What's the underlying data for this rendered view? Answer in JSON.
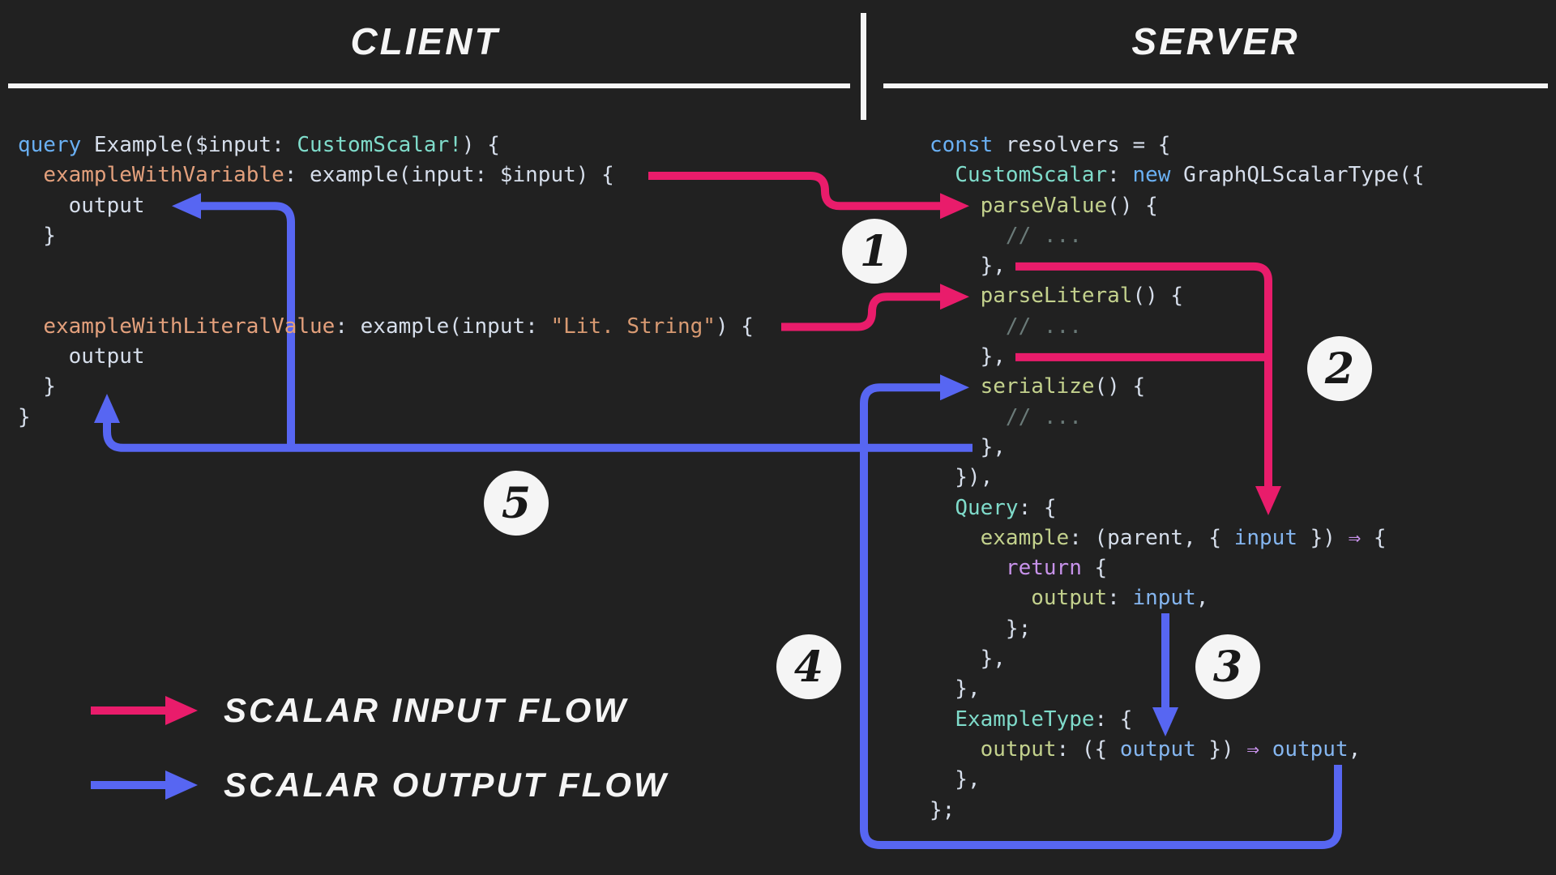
{
  "colors": {
    "background": "#212121",
    "white": "#f5f5f5",
    "pink": "#e91c6b",
    "blue": "#5766f2",
    "badge_text": "#191919",
    "code": {
      "plain": "#d6deeb",
      "keyword": "#6ab0f3",
      "keyword2": "#c792ea",
      "type": "#7fdbca",
      "function": "#c3d18d",
      "attr": "#e3a07c",
      "string": "#d89a72",
      "param": "#85b6f0",
      "comment": "#6a7a78",
      "operator": "#c792ea"
    }
  },
  "header": {
    "client": "CLIENT",
    "server": "SERVER"
  },
  "badges": [
    "1",
    "2",
    "3",
    "4",
    "5"
  ],
  "legend": [
    {
      "label": "SCALAR INPUT FLOW",
      "color": "#e91c6b"
    },
    {
      "label": "SCALAR OUTPUT FLOW",
      "color": "#5766f2"
    }
  ],
  "client_code": [
    [
      [
        "keyword",
        "query"
      ],
      [
        "plain",
        " Example($input: "
      ],
      [
        "type",
        "CustomScalar!"
      ],
      [
        "plain",
        ") {"
      ]
    ],
    [
      [
        "plain",
        "  "
      ],
      [
        "attr",
        "exampleWithVariable"
      ],
      [
        "plain",
        ": example(input: $input) {"
      ]
    ],
    [
      [
        "plain",
        "    output"
      ]
    ],
    [
      [
        "plain",
        "  }"
      ]
    ],
    [],
    [],
    [
      [
        "plain",
        "  "
      ],
      [
        "attr",
        "exampleWithLiteralValue"
      ],
      [
        "plain",
        ": example(input: "
      ],
      [
        "string",
        "\"Lit. String\""
      ],
      [
        "plain",
        ") {"
      ]
    ],
    [
      [
        "plain",
        "    output"
      ]
    ],
    [
      [
        "plain",
        "  }"
      ]
    ],
    [
      [
        "plain",
        "}"
      ]
    ]
  ],
  "server_code": [
    [
      [
        "keyword",
        "const"
      ],
      [
        "plain",
        " resolvers = {"
      ]
    ],
    [
      [
        "plain",
        "  "
      ],
      [
        "type",
        "CustomScalar"
      ],
      [
        "plain",
        ": "
      ],
      [
        "keyword",
        "new"
      ],
      [
        "plain",
        " GraphQLScalarType({"
      ]
    ],
    [
      [
        "plain",
        "    "
      ],
      [
        "function",
        "parseValue"
      ],
      [
        "plain",
        "() {"
      ]
    ],
    [
      [
        "plain",
        "      "
      ],
      [
        "comment",
        "// ..."
      ]
    ],
    [
      [
        "plain",
        "    },"
      ]
    ],
    [
      [
        "plain",
        "    "
      ],
      [
        "function",
        "parseLiteral"
      ],
      [
        "plain",
        "() {"
      ]
    ],
    [
      [
        "plain",
        "      "
      ],
      [
        "comment",
        "// ..."
      ]
    ],
    [
      [
        "plain",
        "    },"
      ]
    ],
    [
      [
        "plain",
        "    "
      ],
      [
        "function",
        "serialize"
      ],
      [
        "plain",
        "() {"
      ]
    ],
    [
      [
        "plain",
        "      "
      ],
      [
        "comment",
        "// ..."
      ]
    ],
    [
      [
        "plain",
        "    },"
      ]
    ],
    [
      [
        "plain",
        "  }),"
      ]
    ],
    [
      [
        "plain",
        "  "
      ],
      [
        "type",
        "Query"
      ],
      [
        "plain",
        ": {"
      ]
    ],
    [
      [
        "plain",
        "    "
      ],
      [
        "function",
        "example"
      ],
      [
        "plain",
        ": (parent, { "
      ],
      [
        "param",
        "input"
      ],
      [
        "plain",
        " }) "
      ],
      [
        "operator",
        "⇒"
      ],
      [
        "plain",
        " {"
      ]
    ],
    [
      [
        "plain",
        "      "
      ],
      [
        "keyword2",
        "return"
      ],
      [
        "plain",
        " {"
      ]
    ],
    [
      [
        "plain",
        "        "
      ],
      [
        "function",
        "output"
      ],
      [
        "plain",
        ": "
      ],
      [
        "param",
        "input"
      ],
      [
        "plain",
        ","
      ]
    ],
    [
      [
        "plain",
        "      };"
      ]
    ],
    [
      [
        "plain",
        "    },"
      ]
    ],
    [
      [
        "plain",
        "  },"
      ]
    ],
    [
      [
        "plain",
        "  "
      ],
      [
        "type",
        "ExampleType"
      ],
      [
        "plain",
        ": {"
      ]
    ],
    [
      [
        "plain",
        "    "
      ],
      [
        "function",
        "output"
      ],
      [
        "plain",
        ": ({ "
      ],
      [
        "param",
        "output"
      ],
      [
        "plain",
        " }) "
      ],
      [
        "operator",
        "⇒"
      ],
      [
        "plain",
        " "
      ],
      [
        "param",
        "output"
      ],
      [
        "plain",
        ","
      ]
    ],
    [
      [
        "plain",
        "  },"
      ]
    ],
    [
      [
        "plain",
        "};"
      ]
    ]
  ]
}
